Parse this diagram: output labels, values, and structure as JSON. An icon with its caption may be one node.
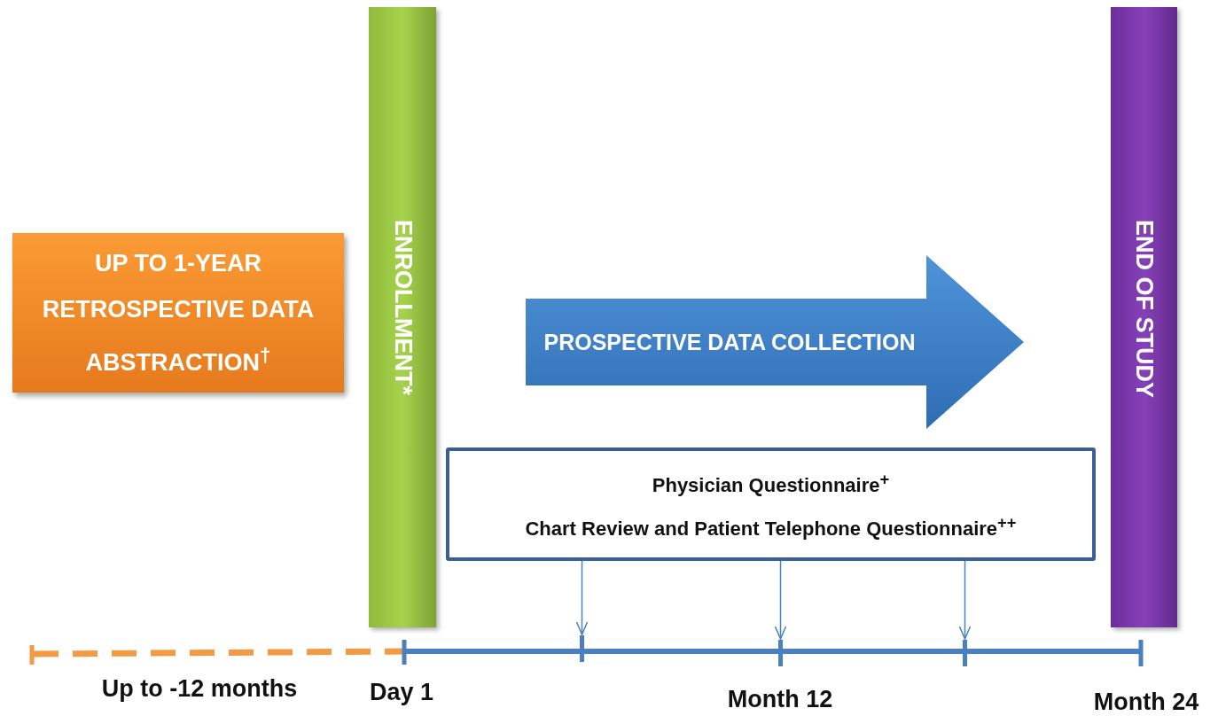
{
  "diagram": {
    "nodes": [
      {
        "text": [
          "UP TO 1-YEAR RETROSPECTIVE DATA ABSTRACTION$^{†}$"
        ]
      },
      {
        "text": [
          "ENROLLMENT*"
        ]
      },
      {
        "text": [
          "PROSPECTIVE DATA COLLECTION"
        ]
      },
      {
        "text": [
          "END OF STUDY"
        ]
      },
      {
        "text": [
          "Physician Questionnaire$^{+}$",
          "Chart Review and Patient Telephone Questionnaire$^{++}$"
        ]
      },
      {
        "text": [],
        "shape": "bar"
      },
      {
        "text": [],
        "shape": "bar"
      },
      {
        "text": [],
        "shape": "bar"
      }
    ],
    "edges": [
      {
        "from": 4,
        "to": 5,
        "arrow": "to"
      },
      {
        "from": 4,
        "to": 6,
        "arrow": "to"
      },
      {
        "from": 4,
        "to": 7,
        "arrow": "to"
      }
    ],
    "labels": [
      "Up to -12 months",
      "Day 1",
      "Month 12",
      "Month 24"
    ]
  }
}
